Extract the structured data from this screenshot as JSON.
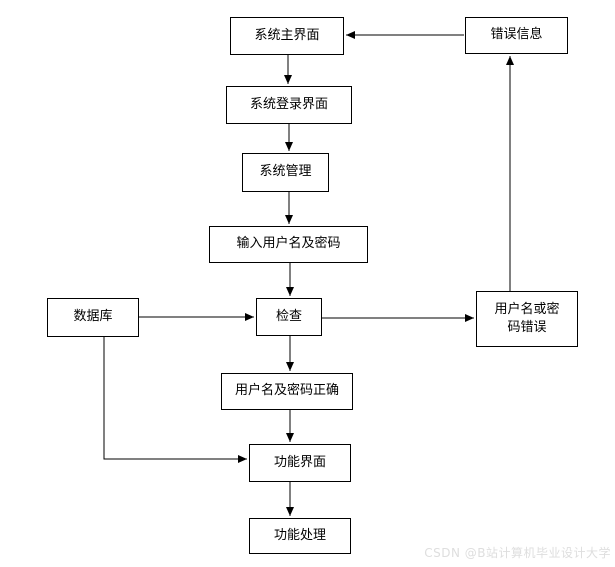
{
  "diagram": {
    "title": "login-system-flowchart",
    "background_color": "#ffffff",
    "line_color": "#000000",
    "box_border_color": "#000000",
    "nodes": [
      {
        "id": "main",
        "label": "系统主界面"
      },
      {
        "id": "error",
        "label": "错误信息"
      },
      {
        "id": "login",
        "label": "系统登录界面"
      },
      {
        "id": "manage",
        "label": "系统管理"
      },
      {
        "id": "input",
        "label": "输入用户名及密码"
      },
      {
        "id": "database",
        "label": "数据库"
      },
      {
        "id": "check",
        "label": "检查"
      },
      {
        "id": "wrong",
        "label": "用户名或密\n码错误"
      },
      {
        "id": "correct",
        "label": "用户名及密码正确"
      },
      {
        "id": "funcui",
        "label": "功能界面"
      },
      {
        "id": "funcproc",
        "label": "功能处理"
      }
    ],
    "edges": [
      {
        "from": "error",
        "to": "main"
      },
      {
        "from": "main",
        "to": "login"
      },
      {
        "from": "login",
        "to": "manage"
      },
      {
        "from": "manage",
        "to": "input"
      },
      {
        "from": "input",
        "to": "check"
      },
      {
        "from": "database",
        "to": "check"
      },
      {
        "from": "check",
        "to": "wrong"
      },
      {
        "from": "wrong",
        "to": "error"
      },
      {
        "from": "check",
        "to": "correct"
      },
      {
        "from": "correct",
        "to": "funcui"
      },
      {
        "from": "database",
        "to": "funcui"
      },
      {
        "from": "funcui",
        "to": "funcproc"
      }
    ],
    "watermark": "CSDN @B站计算机毕业设计大学",
    "watermark_color": "#dedede"
  }
}
